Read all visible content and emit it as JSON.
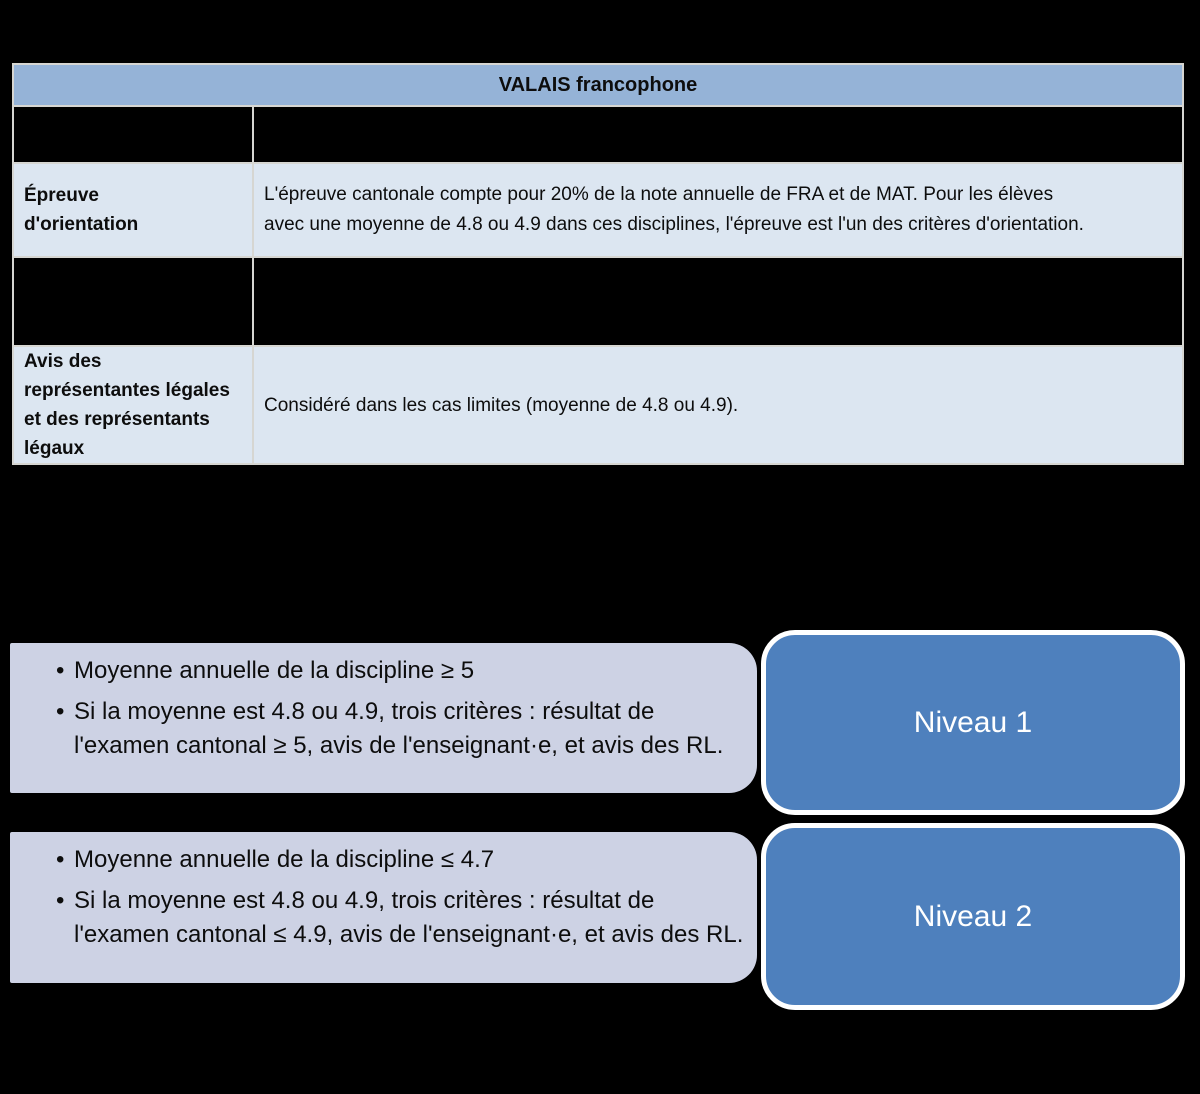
{
  "colors": {
    "page-bg": "#000000",
    "table-border": "#D6D6D2",
    "header-bg": "#95B3D7",
    "row-bg": "#DCE6F1",
    "redacted-bg": "#000000",
    "bullet-box-bg": "#CDD2E4",
    "level-box-bg": "#4E80BD",
    "level-box-border": "#FFFFFF",
    "text-dark": "#0D0D0D",
    "level-text": "#FFFFFF"
  },
  "table": {
    "title": "VALAIS francophone",
    "rows": [
      {
        "type": "redacted",
        "label": "",
        "text": ""
      },
      {
        "type": "content",
        "label": "Épreuve d'orientation",
        "text": "L'épreuve cantonale compte pour 20% de la note annuelle de FRA et de MAT. Pour les élèves avec une moyenne de 4.8 ou 4.9 dans ces disciplines, l'épreuve est l'un des critères d'orientation."
      },
      {
        "type": "redacted",
        "label": "",
        "text": ""
      },
      {
        "type": "content",
        "label": "Avis des représentantes légales et des représentants légaux",
        "text": "Considéré dans les cas limites (moyenne de 4.8 ou 4.9)."
      }
    ]
  },
  "levels": [
    {
      "label": "Niveau 1",
      "bullets": [
        "Moyenne annuelle de la discipline ≥ 5",
        "Si la moyenne est 4.8 ou 4.9, trois critères : résultat de l'examen cantonal ≥ 5, avis de l'enseignant·e, et avis des RL."
      ]
    },
    {
      "label": "Niveau 2",
      "bullets": [
        "Moyenne annuelle de la discipline ≤ 4.7",
        "Si la moyenne est 4.8 ou 4.9, trois critères : résultat de l'examen cantonal ≤ 4.9, avis de l'enseignant·e, et avis des RL."
      ]
    }
  ]
}
